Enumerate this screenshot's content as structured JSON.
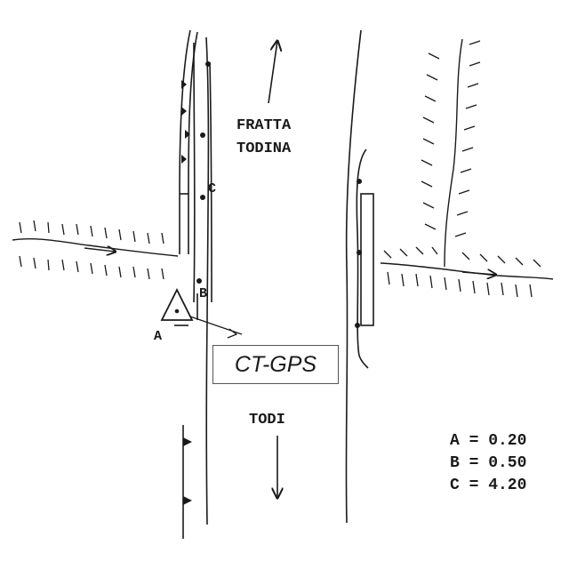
{
  "towns": {
    "north": [
      "FRATTA",
      "TODINA"
    ],
    "south": "TODI"
  },
  "points": {
    "a": "A",
    "b": "B",
    "c": "C"
  },
  "station": {
    "label": "CT-GPS"
  },
  "legend": [
    "A = 0.20",
    "B = 0.50",
    "C = 4.20"
  ]
}
